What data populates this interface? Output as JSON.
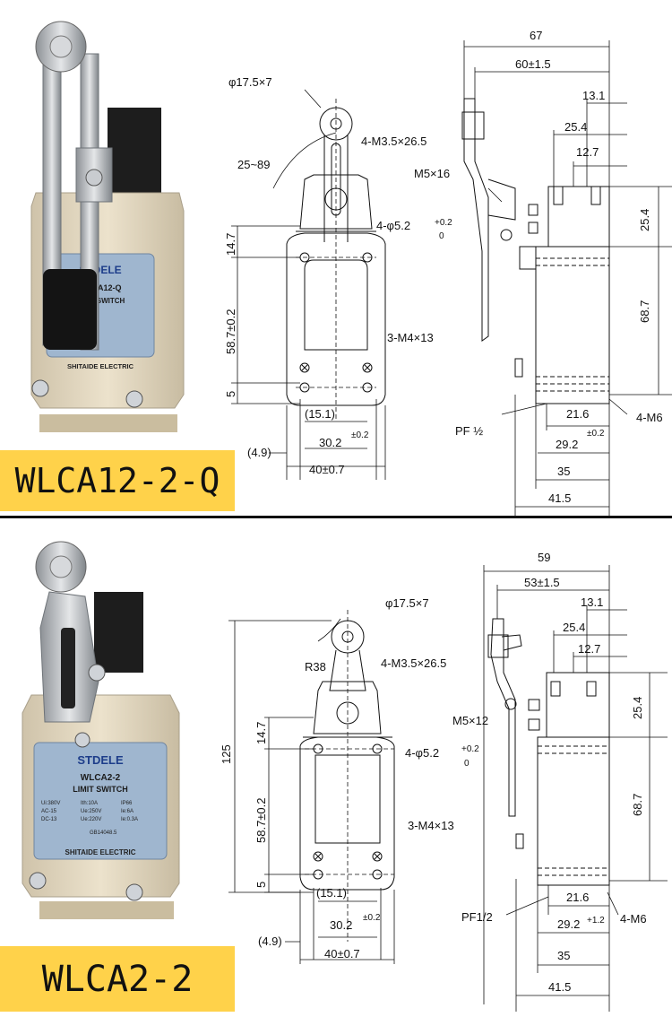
{
  "models": [
    {
      "model": "WLCA12-2-Q",
      "product_label": {
        "brand": "STDELE",
        "model": "WLCA12-Q",
        "type": "LIMIT SWITCH",
        "maker": "SHITAIDE ELECTRIC"
      },
      "front": {
        "roller": "φ17.5×7",
        "angle": "25~89",
        "screw_top": "4-M3.5×26.5",
        "holes": "4-φ5.2",
        "hole_tol_upper": "+0.2",
        "hole_tol_lower": "0",
        "mount": "3-M4×13",
        "dim_14_7": "14.7",
        "dim_58_7": "58.7±0.2",
        "dim_5": "5",
        "dim_15_1": "(15.1)",
        "dim_30_2": "30.2",
        "dim_30_2_tol": "±0.2",
        "dim_4_9": "(4.9)",
        "dim_40": "40±0.7"
      },
      "side": {
        "dim_67": "67",
        "dim_60": "60±1.5",
        "dim_13_1": "13.1",
        "dim_25_4_top": "25.4",
        "dim_12_7": "12.7",
        "screw": "M5×16",
        "dim_25_4_right": "25.4",
        "dim_68_7": "68.7",
        "pf": "PF ½",
        "dim_21_6": "21.6",
        "dim_21_6_tol": "±0.2",
        "m6": "4-M6",
        "dim_29_2": "29.2",
        "dim_35": "35",
        "dim_41_5": "41.5"
      }
    },
    {
      "model": "WLCA2-2",
      "product_label": {
        "brand": "STDELE",
        "model": "WLCA2-2",
        "type": "LIMIT SWITCH",
        "spec_ui": "Ui:380V",
        "spec_ith": "Ith:10A",
        "spec_ip": "IP66",
        "spec_ac": "AC-15",
        "spec_ue1": "Ue:250V",
        "spec_ie1": "Ie:6A",
        "spec_dc": "DC-13",
        "spec_ue2": "Ue:220V",
        "spec_ie2": "Ie:0.3A",
        "spec_gb": "GB14048.5",
        "maker": "SHITAIDE ELECTRIC"
      },
      "front": {
        "roller": "φ17.5×7",
        "radius": "R38",
        "screw_top": "4-M3.5×26.5",
        "holes": "4-φ5.2",
        "hole_tol_upper": "+0.2",
        "hole_tol_lower": "0",
        "mount": "3-M4×13",
        "dim_125": "125",
        "dim_14_7": "14.7",
        "dim_58_7": "58.7±0.2",
        "dim_5": "5",
        "dim_15_1": "(15.1)",
        "dim_30_2": "30.2",
        "dim_30_2_tol": "±0.2",
        "dim_4_9": "(4.9)",
        "dim_40": "40±0.7"
      },
      "side": {
        "dim_59": "59",
        "dim_53": "53±1.5",
        "dim_13_1": "13.1",
        "dim_25_4_top": "25.4",
        "dim_12_7": "12.7",
        "screw": "M5×12",
        "dim_25_4_right": "25.4",
        "dim_68_7": "68.7",
        "pf": "PF1/2",
        "dim_21_6": "21.6",
        "dim_21_6_tol": "+1.2",
        "m6": "4-M6",
        "dim_29_2": "29.2",
        "dim_35": "35",
        "dim_41_5": "41.5"
      }
    }
  ],
  "colors": {
    "label_bg": "#ffd24a",
    "body_beige": "#e3d7bf",
    "nameplate_blue": "#9fb6cf",
    "metal": "#b9bcc0"
  }
}
